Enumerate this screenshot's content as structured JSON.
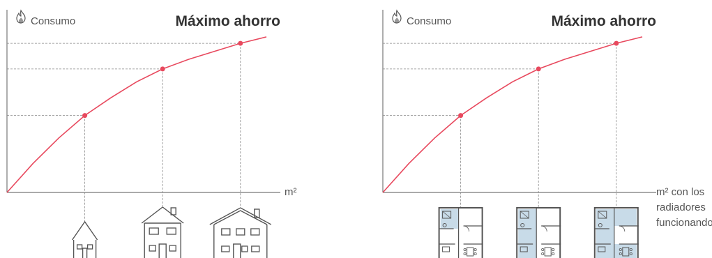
{
  "colors": {
    "curve": "#e8495e",
    "axis": "#777777",
    "guide": "#888888",
    "icon": "#555555",
    "room": "#c8dbe8"
  },
  "chart_data": [
    {
      "type": "line",
      "title": "Máximo ahorro",
      "ylabel": "Consumo",
      "xlabel": "m²",
      "ylabel_icon": "flame-icon",
      "grid": false,
      "xlim": [
        0,
        10
      ],
      "ylim": [
        0,
        10
      ],
      "curve": {
        "x": [
          0,
          1,
          2,
          3,
          4,
          5,
          6,
          7,
          8,
          9,
          10
        ],
        "y": [
          0,
          1.8,
          3.4,
          4.8,
          5.9,
          6.9,
          7.7,
          8.3,
          8.8,
          9.3,
          9.7
        ]
      },
      "markers": [
        {
          "x": 3.0,
          "y": 4.8,
          "icon": "small-house-icon"
        },
        {
          "x": 6.0,
          "y": 7.7,
          "icon": "medium-house-icon"
        },
        {
          "x": 9.0,
          "y": 9.3,
          "icon": "large-house-icon"
        }
      ]
    },
    {
      "type": "line",
      "title": "Máximo ahorro",
      "ylabel": "Consumo",
      "xlabel_lines": [
        "m² con los",
        "radiadores",
        "funcionando"
      ],
      "ylabel_icon": "flame-icon",
      "grid": false,
      "xlim": [
        0,
        10
      ],
      "ylim": [
        0,
        10
      ],
      "curve": {
        "x": [
          0,
          1,
          2,
          3,
          4,
          5,
          6,
          7,
          8,
          9,
          10
        ],
        "y": [
          0,
          1.8,
          3.4,
          4.8,
          5.9,
          6.9,
          7.7,
          8.3,
          8.8,
          9.3,
          9.7
        ]
      },
      "markers": [
        {
          "x": 3.0,
          "y": 4.8,
          "icon": "floorplan-one-room-icon",
          "heated_rooms": 1
        },
        {
          "x": 6.0,
          "y": 7.7,
          "icon": "floorplan-three-rooms-icon",
          "heated_rooms": 3
        },
        {
          "x": 9.0,
          "y": 9.3,
          "icon": "floorplan-all-rooms-icon",
          "heated_rooms": 5
        }
      ]
    }
  ]
}
